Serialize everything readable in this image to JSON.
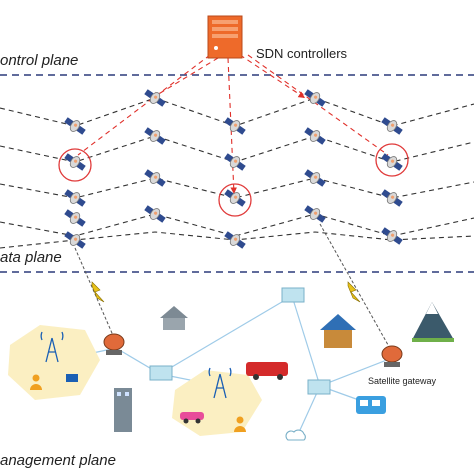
{
  "labels": {
    "control_plane": "ontrol plane",
    "data_plane": "ata plane",
    "management_plane": "anagement plane",
    "sdn_controllers": "SDN controllers",
    "satellite_gateway": "Satellite gateway"
  },
  "colors": {
    "plane_divider": "#2b3a7a",
    "orbit_line": "#333333",
    "controller_link": "#e0302a",
    "controller_box": "#ee6a2a",
    "failed_circle": "#e03a3a",
    "terrestrial_link": "#9fcbe8",
    "radio_link": "#e0c21a",
    "cell_area": "#fbefc2"
  },
  "icons": {
    "controller": "server-icon",
    "satellite": "satellite-icon",
    "ground_station": "satellite-dish-icon",
    "router": "router-icon",
    "cell_tower": "cell-tower-icon"
  }
}
